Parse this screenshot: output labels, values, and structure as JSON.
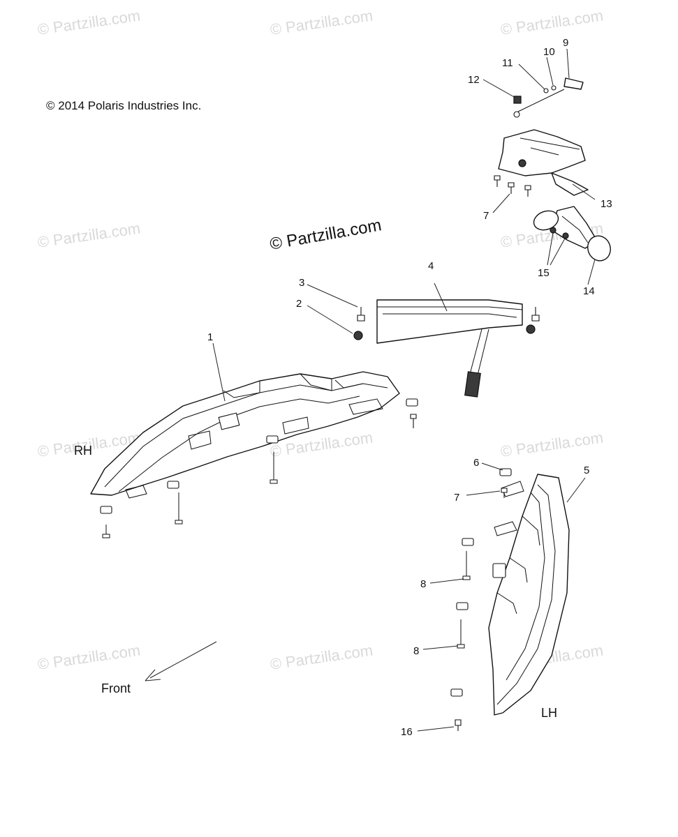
{
  "copyright": "© 2014 Polaris Industries Inc.",
  "watermark_main": "© Partzilla.com",
  "watermark": "© Partzilla.com",
  "side_labels": {
    "rh": "RH",
    "lh": "LH"
  },
  "front_label": "Front",
  "callouts": {
    "c1": "1",
    "c2": "2",
    "c3": "3",
    "c4": "4",
    "c5": "5",
    "c6": "6",
    "c7a": "7",
    "c7b": "7",
    "c8a": "8",
    "c8b": "8",
    "c9": "9",
    "c10": "10",
    "c11": "11",
    "c12": "12",
    "c13": "13",
    "c14": "14",
    "c15": "15",
    "c16": "16"
  }
}
